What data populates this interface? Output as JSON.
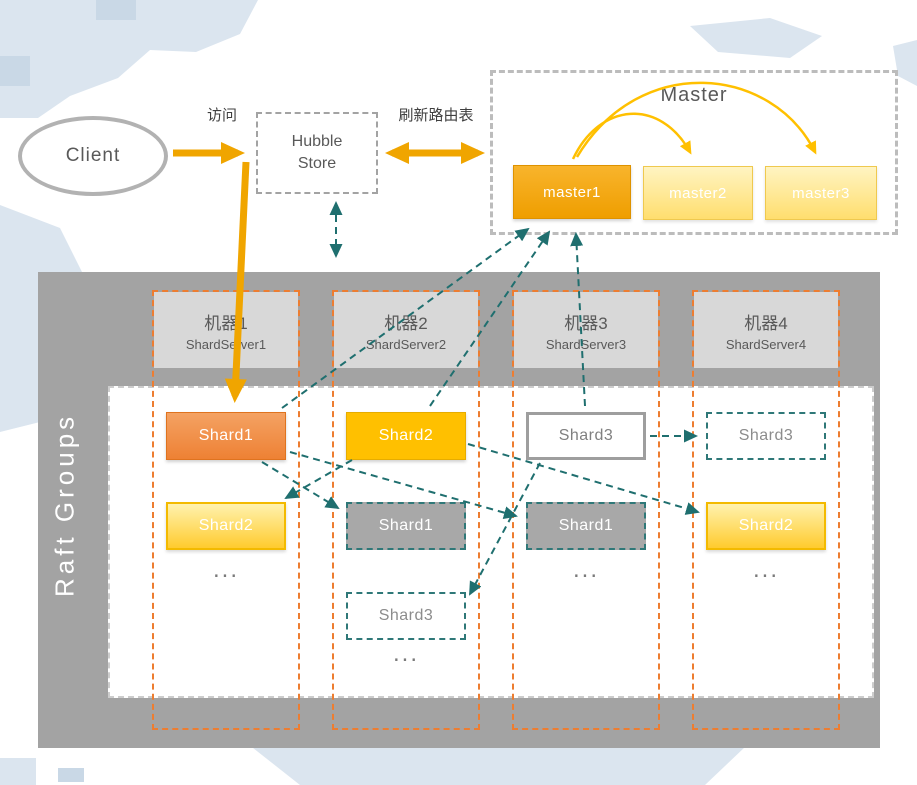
{
  "colors": {
    "amber_arrow": "#F0A500",
    "gold_arrow": "#FFC000",
    "teal_arrow": "#1F6F6F",
    "orange_column_border": "#ED7D31",
    "leader_orange": "#ED7D31",
    "leader_gold": "#FFC000",
    "panel_gray": "#A3A3A3",
    "header_gray": "#D8D8D8",
    "map_blue": "#DBE5EF"
  },
  "client": {
    "label": "Client"
  },
  "edge_labels": {
    "access": "访问",
    "refresh_route": "刷新路由表"
  },
  "hubble_store": {
    "line1": "Hubble",
    "line2": "Store"
  },
  "master_group": {
    "title": "Master",
    "nodes": [
      {
        "label": "master1",
        "role": "leader"
      },
      {
        "label": "master2",
        "role": "follower"
      },
      {
        "label": "master3",
        "role": "follower"
      }
    ]
  },
  "raft_group": {
    "title": "Raft Groups"
  },
  "machines": [
    {
      "name": "机器1",
      "server": "ShardServer1"
    },
    {
      "name": "机器2",
      "server": "ShardServer2"
    },
    {
      "name": "机器3",
      "server": "ShardServer3"
    },
    {
      "name": "机器4",
      "server": "ShardServer4"
    }
  ],
  "shard_columns": [
    {
      "shards": [
        {
          "label": "Shard1",
          "style": "leader-orange"
        },
        {
          "label": "Shard2",
          "style": "follower-yellow"
        }
      ],
      "more": "..."
    },
    {
      "shards": [
        {
          "label": "Shard2",
          "style": "leader-gold"
        },
        {
          "label": "Shard1",
          "style": "replica-gray"
        },
        {
          "label": "Shard3",
          "style": "placeholder"
        }
      ],
      "more": "..."
    },
    {
      "shards": [
        {
          "label": "Shard3",
          "style": "leader-plain"
        },
        {
          "label": "Shard1",
          "style": "replica-gray"
        }
      ],
      "more": "..."
    },
    {
      "shards": [
        {
          "label": "Shard3",
          "style": "placeholder"
        },
        {
          "label": "Shard2",
          "style": "follower-yellow"
        }
      ],
      "more": "..."
    }
  ],
  "edges": [
    {
      "from": "Client",
      "to": "Hubble Store",
      "label": "访问",
      "style": "solid-amber"
    },
    {
      "from": "Hubble Store",
      "to": "Master",
      "label": "刷新路由表",
      "style": "solid-amber-bidirectional"
    },
    {
      "from": "Client",
      "to": "机器1/Shard1",
      "style": "solid-amber"
    },
    {
      "from": "Hubble Store",
      "to": "Raft Groups",
      "style": "dashed-teal-bidirectional"
    },
    {
      "from": "master1",
      "to": "master2",
      "style": "curved-gold"
    },
    {
      "from": "master1",
      "to": "master3",
      "style": "curved-gold"
    },
    {
      "from": "机器1/Shard1",
      "to": "master1",
      "style": "dashed-teal"
    },
    {
      "from": "机器2/Shard2",
      "to": "master1",
      "style": "dashed-teal"
    },
    {
      "from": "机器3/Shard3",
      "to": "master1",
      "style": "dashed-teal"
    },
    {
      "from": "机器1/Shard1",
      "to": "机器2/Shard1",
      "style": "dashed-teal"
    },
    {
      "from": "机器1/Shard1",
      "to": "机器3/Shard1",
      "style": "dashed-teal"
    },
    {
      "from": "机器2/Shard2",
      "to": "机器1/Shard2",
      "style": "dashed-teal"
    },
    {
      "from": "机器2/Shard2",
      "to": "机器4/Shard2",
      "style": "dashed-teal"
    },
    {
      "from": "机器3/Shard3",
      "to": "机器4/Shard3",
      "style": "dashed-teal"
    },
    {
      "from": "机器3/Shard3",
      "to": "机器2/Shard3",
      "style": "dashed-teal"
    }
  ]
}
